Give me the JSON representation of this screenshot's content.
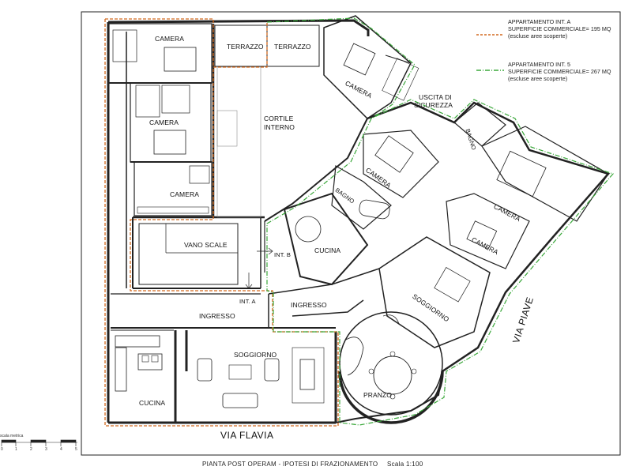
{
  "legend": {
    "a": {
      "title": "APPARTAMENTO INT. A",
      "area": "SUPERFICIE COMMERCIALE= 195 MQ",
      "note": "(escluse aree scoperte)",
      "color": "#d2691e"
    },
    "b": {
      "title": "APPARTAMENTO INT. 5",
      "area": "SUPERFICIE COMMERCIALE= 267 MQ",
      "note": "(escluse aree scoperte)",
      "color": "#3aa83a"
    }
  },
  "rooms": {
    "camera_top_left": "CAMERA",
    "terrazzo_1": "TERRAZZO",
    "terrazzo_2": "TERRAZZO",
    "camera_left_mid": "CAMERA",
    "cortile": "CORTILE",
    "interno": "INTERNO",
    "camera_left_low": "CAMERA",
    "vano_scale": "VANO SCALE",
    "int_b": "INT. B",
    "int_a": "INT. A",
    "ingresso_left": "INGRESSO",
    "ingresso_right": "INGRESSO",
    "soggiorno_left": "SOGGIORNO",
    "cucina_left": "CUCINA",
    "camera_top_right": "CAMERA",
    "uscita": "USCITA DI",
    "sicurezza": "SICUREZZA",
    "bagno_right": "BAGNO",
    "camera_center": "CAMERA",
    "bagno_center": "BAGNO",
    "camera_right_big": "CAMERA",
    "camera_right_mid": "CAMERA",
    "cucina_center": "CUCINA",
    "soggiorno_right": "SOGGIORNO",
    "pranzo": "PRANZO"
  },
  "streets": {
    "flavia": "VIA FLAVIA",
    "piave": "VIA PIAVE"
  },
  "scale_bar": {
    "title": "scala metrica",
    "ticks": [
      "0",
      "1",
      "2",
      "3",
      "4",
      "5"
    ]
  },
  "footer": {
    "title": "PIANTA POST OPERAM - IPOTESI DI FRAZIONAMENTO",
    "scale": "Scala 1:100"
  }
}
